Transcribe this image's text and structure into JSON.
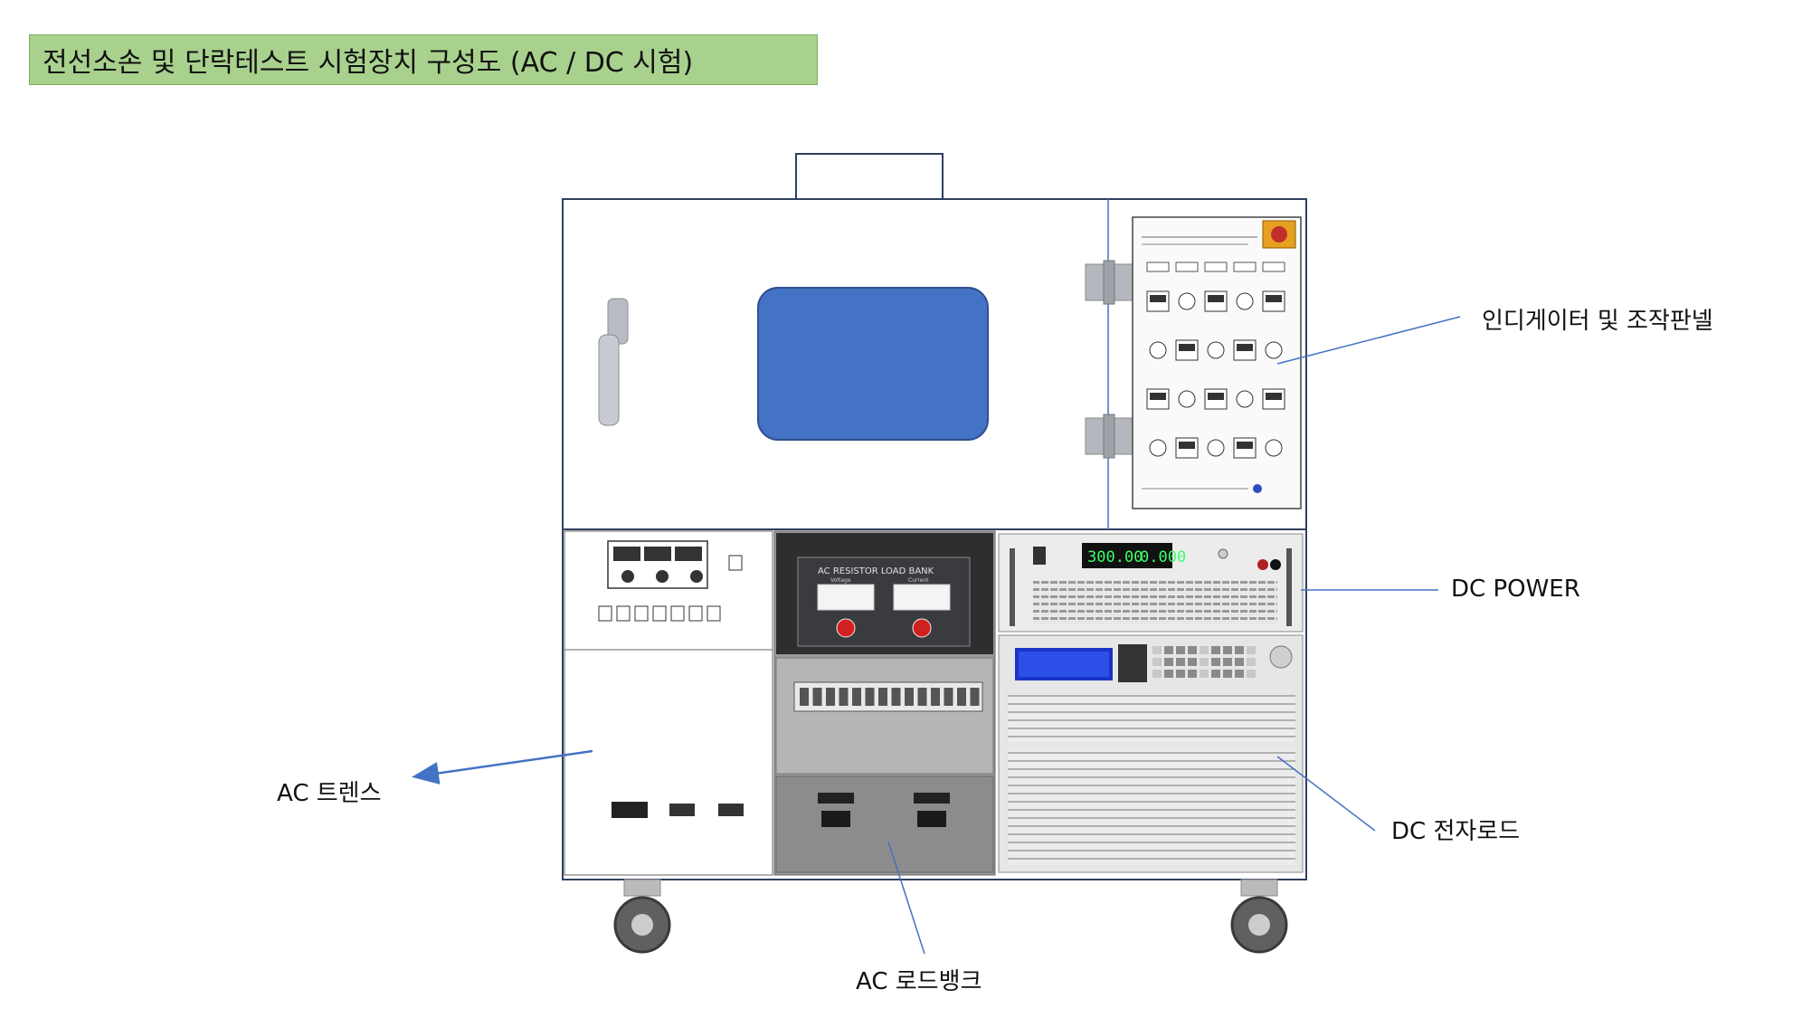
{
  "title": "전선소손 및 단락테스트 시험장치 구성도 (AC / DC 시험)",
  "callouts": {
    "indicator_panel": "인디게이터 및 조작판넬",
    "dc_power": "DC POWER",
    "dc_load": "DC 전자로드",
    "ac_trans": "AC 트렌스",
    "ac_loadbank": "AC 로드뱅크"
  },
  "load_bank": {
    "label": "AC RESISTOR LOAD BANK",
    "meter_left": "Voltage",
    "meter_right": "Current"
  },
  "dc_supply": {
    "display_voltage": "300.00",
    "display_current": "0.000"
  },
  "colors": {
    "title_bg": "#a9d18e",
    "window_blue": "#4472c4",
    "leader_line": "#4472c4",
    "chamber_border": "#2f3f5f"
  }
}
